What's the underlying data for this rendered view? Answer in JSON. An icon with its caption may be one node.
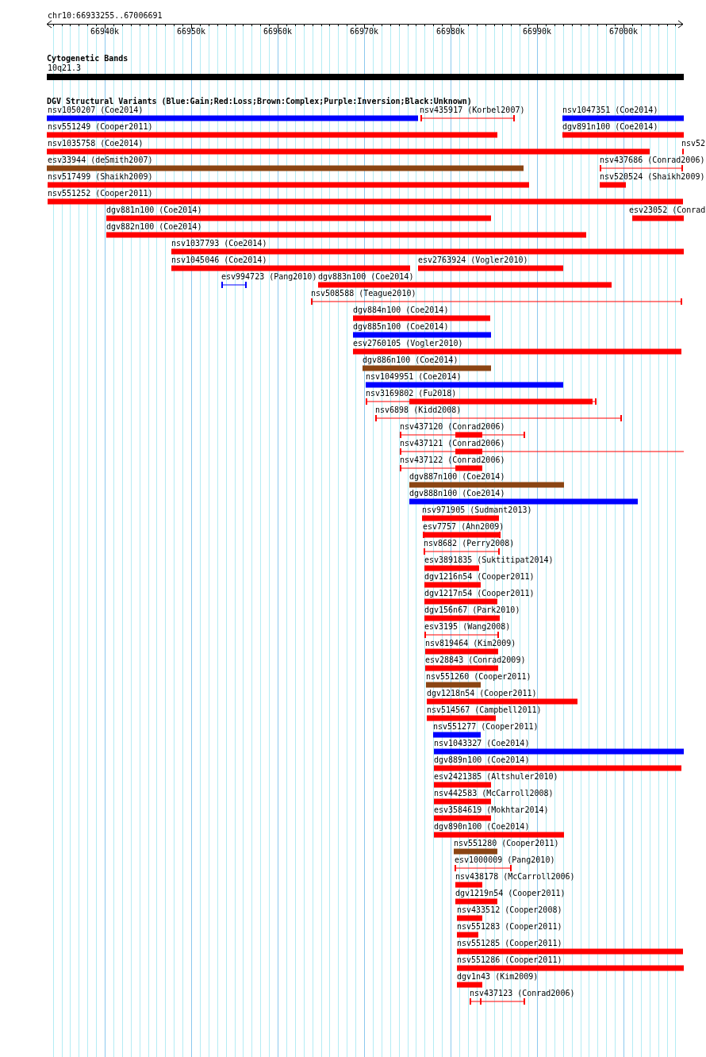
{
  "diagram": {
    "labels": [
      "chr10:66933255..67006691",
      "66940k",
      "66950k",
      "66960k",
      "66970k",
      "66980k",
      "66990k",
      "67000k",
      "Cytogenetic Bands",
      "10q21.3",
      "DGV Structural Variants (Blue:Gain;Red:Loss;Brown:Complex;Purple:Inversion;Black:Unknown)",
      "nsv1050207 (Coe2014)",
      "nsv435917 (Korbel2007)",
      "nsv1047351 (Coe2014)",
      "nsv551249 (Cooper2011)",
      "dgv891n100 (Coe2014)",
      "nsv1035758 (Coe2014)",
      "nsv52",
      "esv33944 (deSmith2007)",
      "nsv437686 (Conrad2006)",
      "nsv517499 (Shaikh2009)",
      "nsv520524 (Shaikh2009)",
      "nsv551252 (Cooper2011)",
      "dgv881n100 (Coe2014)",
      "esv23052 (Conrad",
      "dgv882n100 (Coe2014)",
      "nsv1037793 (Coe2014)",
      "nsv1045046 (Coe2014)",
      "esv2763924 (Vogler2010)",
      "esv994723 (Pang2010)",
      "dgv883n100 (Coe2014)",
      "nsv508588 (Teague2010)",
      "dgv884n100 (Coe2014)",
      "dgv885n100 (Coe2014)",
      "esv2760105 (Vogler2010)",
      "dgv886n100 (Coe2014)",
      "nsv1049951 (Coe2014)",
      "nsv3169802 (Fu2018)",
      "nsv6898 (Kidd2008)",
      "nsv437120 (Conrad2006)",
      "nsv437121 (Conrad2006)",
      "nsv437122 (Conrad2006)",
      "dgv887n100 (Coe2014)",
      "dgv888n100 (Coe2014)",
      "nsv971905 (Sudmant2013)",
      "esv7757 (Ahn2009)",
      "nsv8682 (Perry2008)",
      "esv3891835 (Suktitipat2014)",
      "dgv1216n54 (Cooper2011)",
      "dgv1217n54 (Cooper2011)",
      "dgv156n67 (Park2010)",
      "esv3195 (Wang2008)",
      "nsv819464 (Kim2009)",
      "esv28843 (Conrad2009)",
      "nsv551260 (Cooper2011)",
      "dgv1218n54 (Cooper2011)",
      "nsv514567 (Campbell2011)",
      "nsv551277 (Cooper2011)",
      "nsv1043327 (Coe2014)",
      "dgv889n100 (Coe2014)",
      "esv2421385 (Altshuler2010)",
      "nsv442583 (McCarroll2008)",
      "esv3584619 (Mokhtar2014)",
      "dgv890n100 (Coe2014)",
      "nsv551280 (Cooper2011)",
      "esv1000009 (Pang2010)",
      "nsv438178 (McCarroll2006)",
      "dgv1219n54 (Cooper2011)",
      "nsv433512 (Cooper2008)",
      "nsv551283 (Cooper2011)",
      "nsv551285 (Cooper2011)",
      "nsv551286 (Cooper2011)",
      "dgv1n43 (Kim2009)",
      "nsv437123 (Conrad2006)"
    ]
  }
}
